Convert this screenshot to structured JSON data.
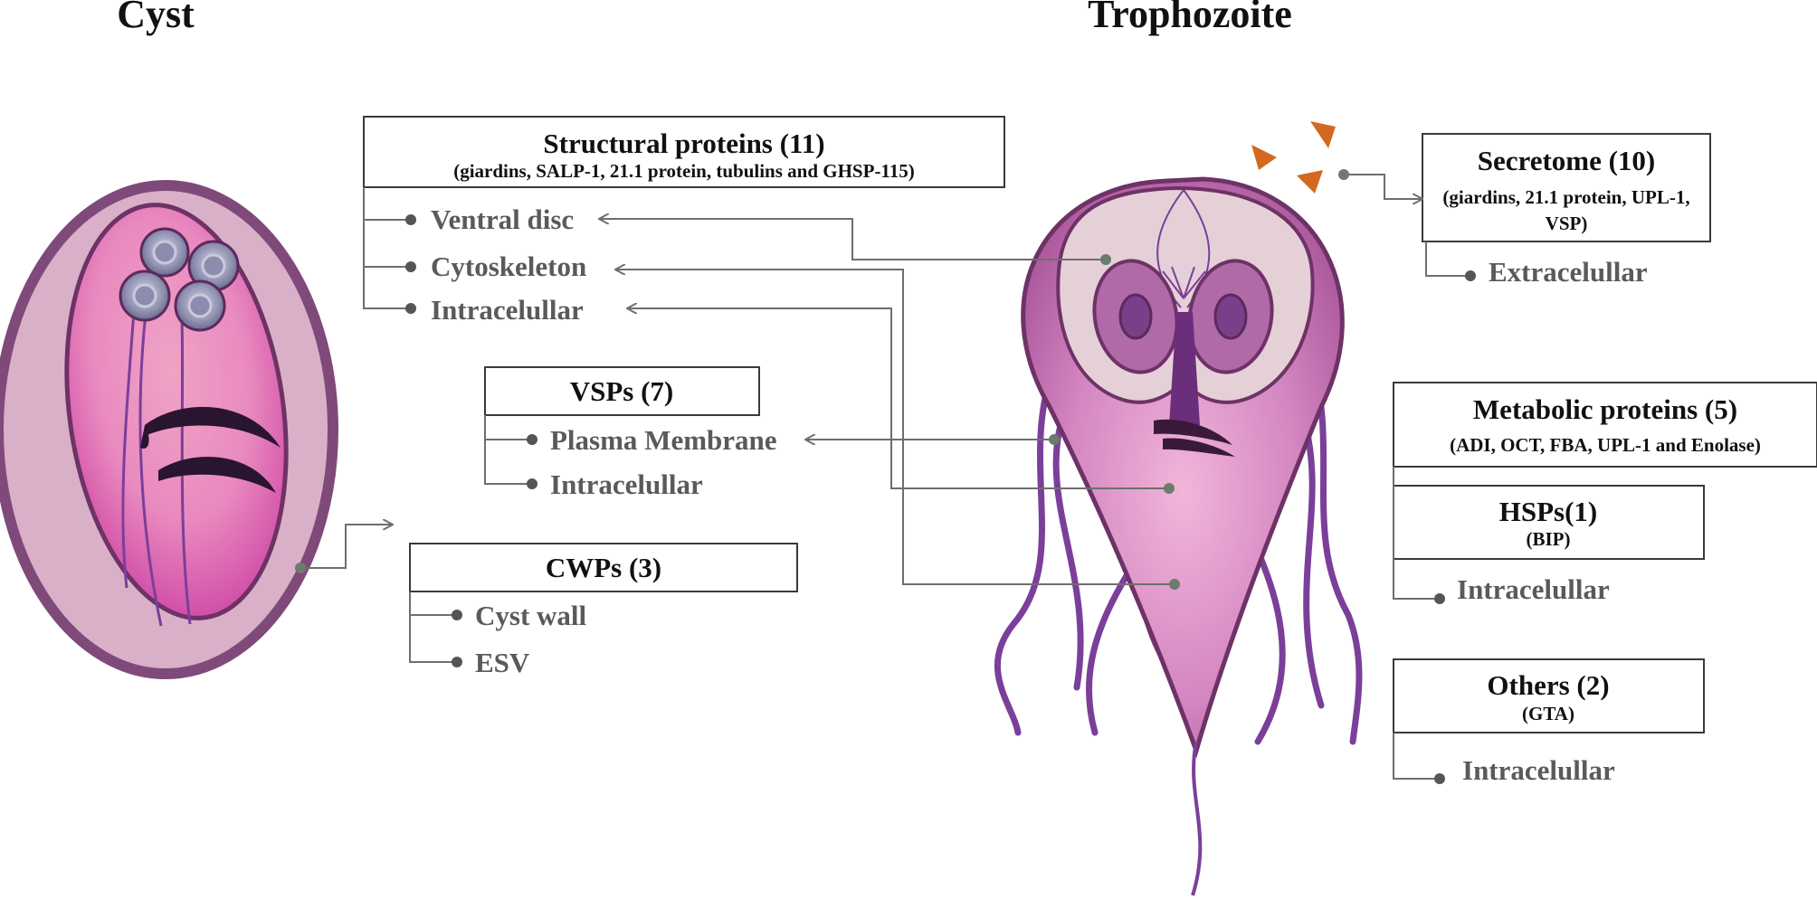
{
  "titles": {
    "cyst": "Cyst",
    "trophozoite": "Trophozoite"
  },
  "structural": {
    "title": "Structural proteins (11)",
    "subtitle": "(giardins, SALP-1, 21.1 protein, tubulins and GHSP-115)",
    "items": [
      "Ventral disc",
      "Cytoskeleton",
      "Intracelullar"
    ]
  },
  "vsps": {
    "title": "VSPs (7)",
    "items": [
      "Plasma Membrane",
      "Intracelullar"
    ]
  },
  "cwps": {
    "title": "CWPs (3)",
    "items": [
      "Cyst wall",
      "ESV"
    ]
  },
  "secretome": {
    "title": "Secretome (10)",
    "subtitle_line1": "(giardins, 21.1 protein, UPL-1,",
    "subtitle_line2": "VSP)",
    "items": [
      "Extracelullar"
    ]
  },
  "metabolic": {
    "title": "Metabolic proteins (5)",
    "subtitle": "(ADI, OCT, FBA, UPL-1 and Enolase)"
  },
  "hsps": {
    "title": "HSPs(1)",
    "subtitle": "(BIP)",
    "items": [
      "Intracelullar"
    ]
  },
  "others": {
    "title": "Others (2)",
    "subtitle": "(GTA)",
    "items": [
      "Intracelullar"
    ]
  },
  "colors": {
    "cyst_wall": "#a06d96",
    "cyst_body": "#e06fb5",
    "trophozoite_body": "#c070b2",
    "flagella": "#7b3f9a",
    "secretion_marker": "#d2691e"
  }
}
